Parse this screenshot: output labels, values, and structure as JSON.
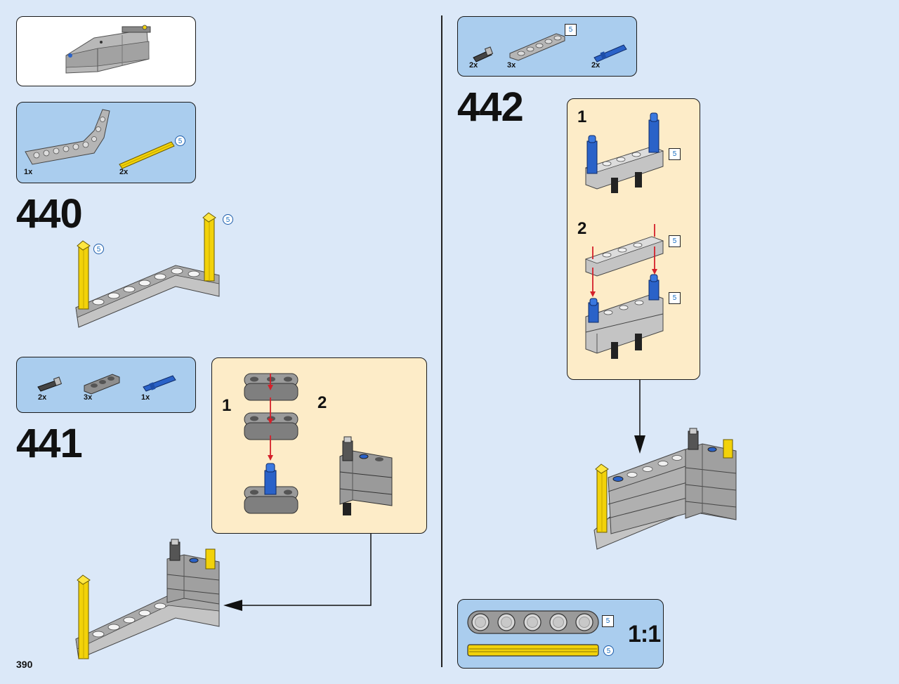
{
  "page": {
    "number": "390"
  },
  "steps": {
    "s440": {
      "number": "440"
    },
    "s441": {
      "number": "441"
    },
    "s442": {
      "number": "442"
    }
  },
  "parts_440": {
    "items": [
      {
        "qty": "1x"
      },
      {
        "qty": "2x",
        "length": "5"
      }
    ]
  },
  "parts_441": {
    "items": [
      {
        "qty": "2x"
      },
      {
        "qty": "3x"
      },
      {
        "qty": "1x"
      }
    ]
  },
  "parts_442": {
    "items": [
      {
        "qty": "2x"
      },
      {
        "qty": "3x",
        "length": "5"
      },
      {
        "qty": "2x"
      }
    ]
  },
  "main_440": {
    "axle_left_length": "5",
    "axle_right_length": "5"
  },
  "sub_441": {
    "step1": "1",
    "step2": "2"
  },
  "sub_442": {
    "step1": "1",
    "step1_length": "5",
    "step2": "2",
    "step2_top_length": "5",
    "step2_bottom_length": "5"
  },
  "scale": {
    "ratio": "1:1",
    "beam_length": "5",
    "axle_length": "5"
  },
  "colors": {
    "background": "#dbe8f8",
    "parts_box": "#aacdee",
    "subassembly_box": "#fdecc8",
    "axle_yellow": "#f2d20a",
    "pin_blue": "#2a62c8",
    "beam_gray": "#9a9a9a",
    "arrow_red": "#d4202a"
  }
}
